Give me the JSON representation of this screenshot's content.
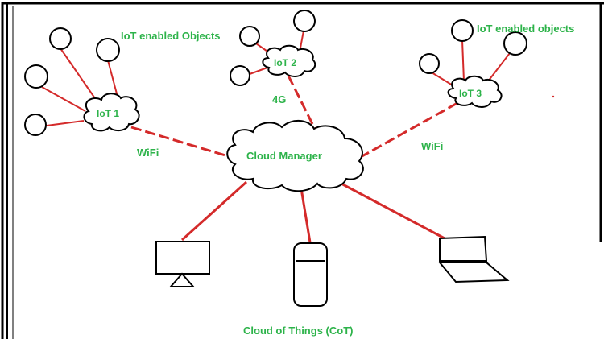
{
  "labels": {
    "objects_left": "IoT enabled Objects",
    "objects_right": "IoT enabled objects",
    "iot1": "IoT 1",
    "iot2": "IoT 2",
    "iot3": "IoT 3",
    "link_iot2": "4G",
    "link_iot1": "WiFi",
    "link_iot3": "WiFi",
    "cloud": "Cloud Manager",
    "caption": "Cloud of Things (CoT)"
  },
  "colors": {
    "text": "#2db34a",
    "link": "#d42a2a",
    "outline": "#000000"
  },
  "icons": [
    "desktop-monitor-icon",
    "mobile-phone-icon",
    "laptop-icon"
  ]
}
